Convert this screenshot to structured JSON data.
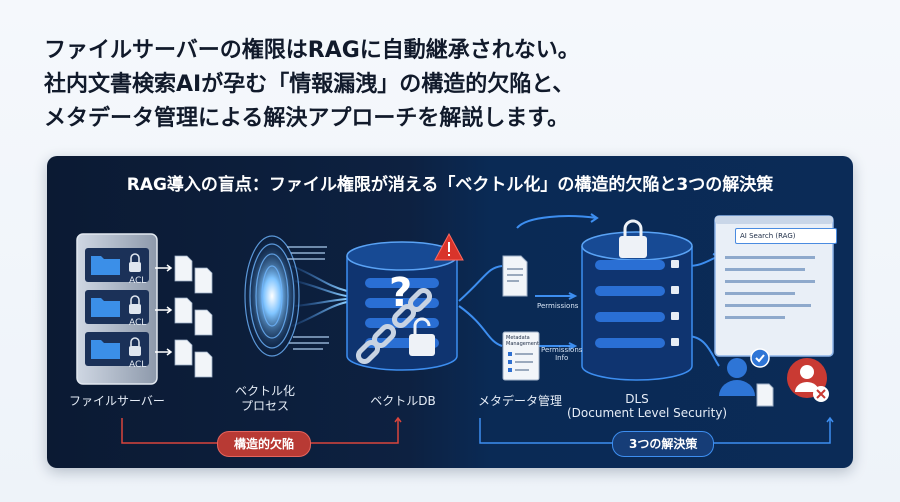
{
  "headline": {
    "line1": "ファイルサーバーの権限はRAGに自動継承されない。",
    "line2": "社内文書検索AIが孕む「情報漏洩」の構造的欠陥と、",
    "line3": "メタデータ管理による解決アプローチを解説します。"
  },
  "panel": {
    "title": "RAG導入の盲点：ファイル権限が消える「ベクトル化」の構造的欠陥と3つの解決策",
    "acl_labels": [
      "ACL",
      "ACL",
      "ACL"
    ],
    "stage_labels": {
      "file_server": "ファイルサーバー",
      "vectorize_line1": "ベクトル化",
      "vectorize_line2": "プロセス",
      "vector_db": "ベクトルDB",
      "metadata": "メタデータ管理",
      "dls_line1": "DLS",
      "dls_line2": "(Document Level Security)"
    },
    "small_labels": {
      "permissions": "Permissions",
      "permissions_info_line1": "Permissions",
      "permissions_info_line2": "Info",
      "metadata_card_line1": "Metadata",
      "metadata_card_line2": "Management"
    },
    "search_box": "AI Search (RAG)",
    "flaw_pill": "構造的欠陥",
    "solution_pill": "3つの解決策"
  },
  "colors": {
    "accent_blue": "#3d8ef0",
    "warning_red": "#d9342b",
    "panel_bg": "#0d2141"
  }
}
